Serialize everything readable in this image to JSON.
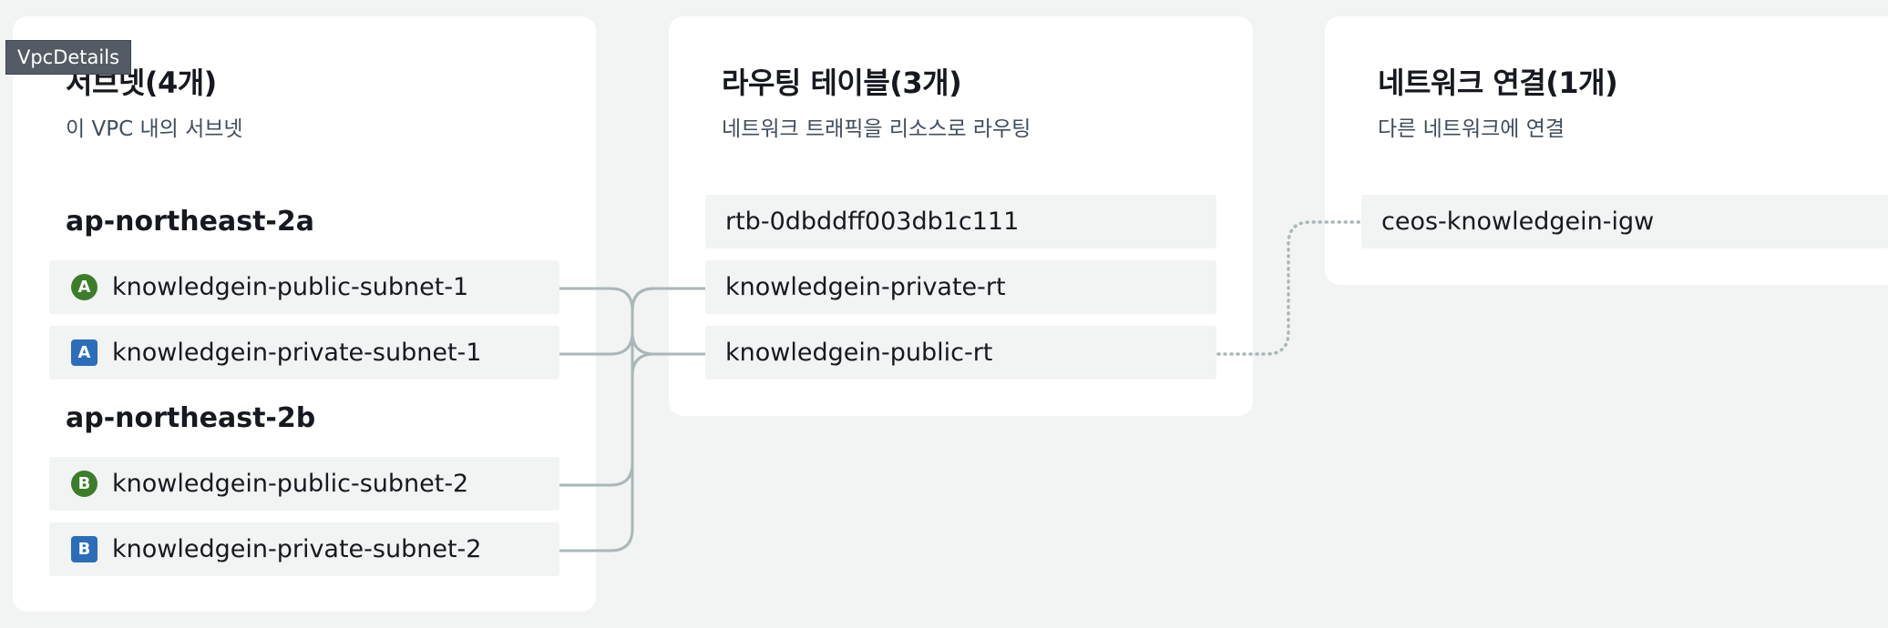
{
  "tooltip": {
    "text": "VpcDetails"
  },
  "subnets": {
    "title": "서브넷(4개)",
    "subtitle": "이 VPC 내의 서브넷",
    "zones": [
      {
        "name": "ap-northeast-2a",
        "items": [
          {
            "badge": "A",
            "label": "knowledgein-public-subnet-1",
            "kind": "public"
          },
          {
            "badge": "A",
            "label": "knowledgein-private-subnet-1",
            "kind": "private"
          }
        ]
      },
      {
        "name": "ap-northeast-2b",
        "items": [
          {
            "badge": "B",
            "label": "knowledgein-public-subnet-2",
            "kind": "public"
          },
          {
            "badge": "B",
            "label": "knowledgein-private-subnet-2",
            "kind": "private"
          }
        ]
      }
    ]
  },
  "route_tables": {
    "title": "라우팅 테이블(3개)",
    "subtitle": "네트워크 트래픽을 리소스로 라우팅",
    "items": [
      {
        "label": "rtb-0dbddff003db1c111"
      },
      {
        "label": "knowledgein-private-rt"
      },
      {
        "label": "knowledgein-public-rt"
      }
    ]
  },
  "network_connections": {
    "title": "네트워크 연결(1개)",
    "subtitle": "다른 네트워크에 연결",
    "items": [
      {
        "label": "ceos-knowledgein-igw"
      }
    ]
  },
  "colors": {
    "public_badge": "#3c7d2a",
    "private_badge": "#2a6ebb",
    "connector": "#aab7b8",
    "dotted_connector": "#aab7b8"
  }
}
